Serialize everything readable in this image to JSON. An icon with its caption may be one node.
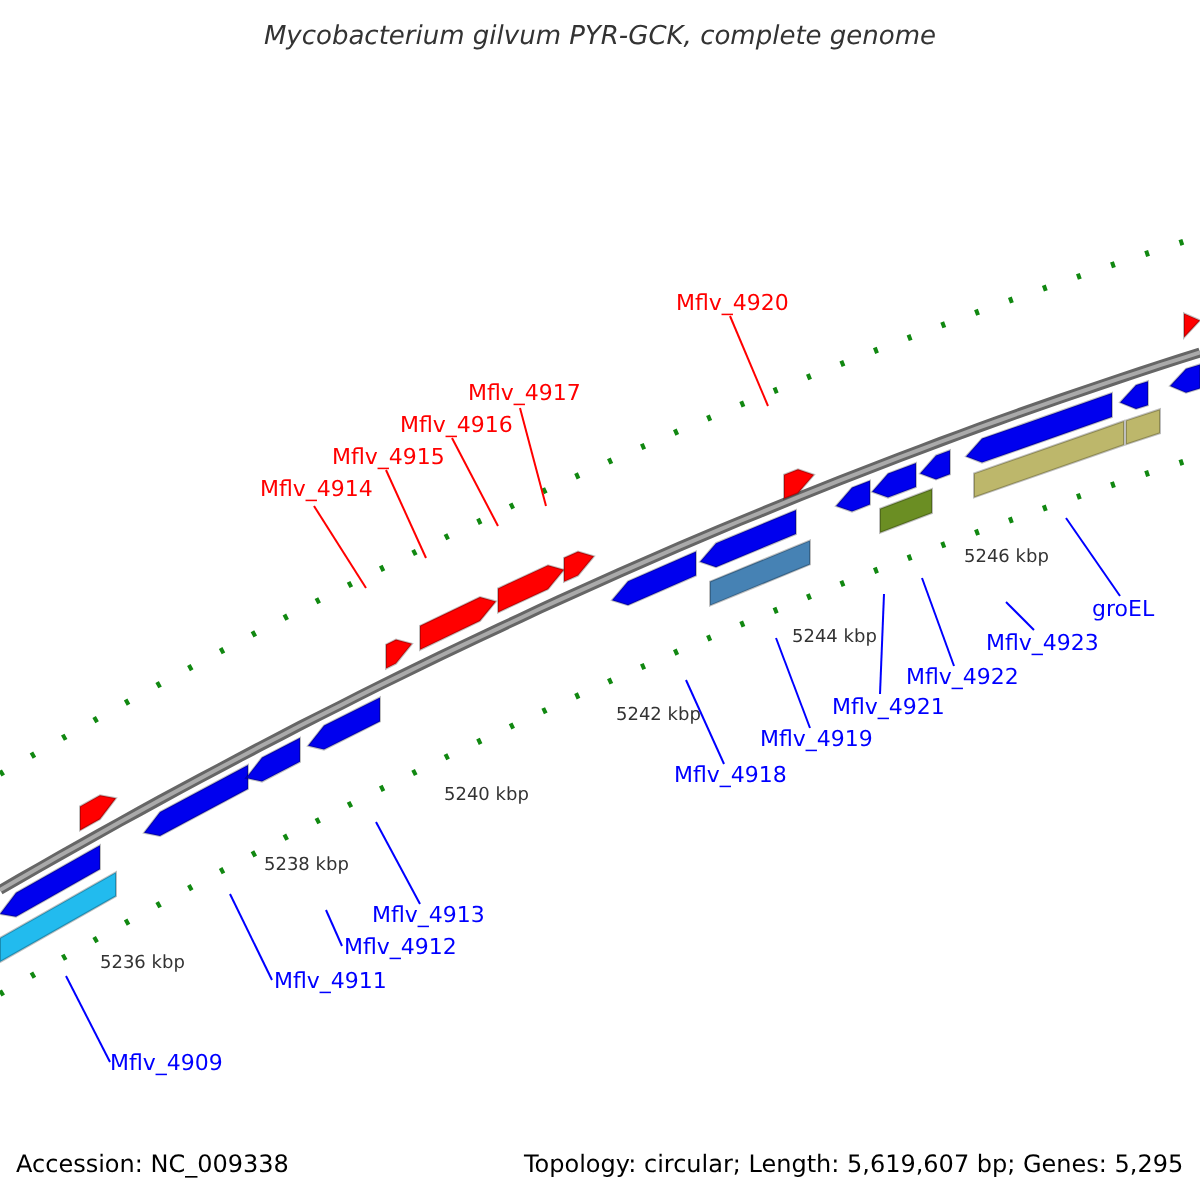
{
  "diagram": {
    "title": "Mycobacterium gilvum PYR-GCK, complete genome",
    "nodes": [
      {
        "text": [
          "Mflv_4920"
        ]
      },
      {
        "text": [
          "Mflv_4917"
        ]
      },
      {
        "text": [
          "Mflv_4916"
        ]
      },
      {
        "text": [
          "Mflv_4915"
        ]
      },
      {
        "text": [
          "Mflv_4914"
        ]
      },
      {
        "text": [
          "groEL"
        ]
      },
      {
        "text": [
          "Mflv_4923"
        ]
      },
      {
        "text": [
          "Mflv_4922"
        ]
      },
      {
        "text": [
          "Mflv_4921"
        ]
      },
      {
        "text": [
          "Mflv_4919"
        ]
      },
      {
        "text": [
          "Mflv_4918"
        ]
      },
      {
        "text": [
          "Mflv_4913"
        ]
      },
      {
        "text": [
          "Mflv_4912"
        ]
      },
      {
        "text": [
          "Mflv_4911"
        ]
      },
      {
        "text": [
          "Mflv_4909"
        ]
      }
    ],
    "edges": [
      {
        "from": 0,
        "to": null,
        "arrow": "none",
        "color": "#ff0000"
      },
      {
        "from": 1,
        "to": null,
        "arrow": "none",
        "color": "#ff0000"
      },
      {
        "from": 2,
        "to": null,
        "arrow": "none",
        "color": "#ff0000"
      },
      {
        "from": 3,
        "to": null,
        "arrow": "none",
        "color": "#ff0000"
      },
      {
        "from": 4,
        "to": null,
        "arrow": "none",
        "color": "#ff0000"
      },
      {
        "from": 5,
        "to": null,
        "arrow": "none"
      },
      {
        "from": 6,
        "to": null,
        "arrow": "none"
      },
      {
        "from": 7,
        "to": null,
        "arrow": "none"
      },
      {
        "from": 8,
        "to": null,
        "arrow": "none"
      },
      {
        "from": 9,
        "to": null,
        "arrow": "none"
      },
      {
        "from": 10,
        "to": null,
        "arrow": "none"
      },
      {
        "from": 11,
        "to": null,
        "arrow": "none"
      },
      {
        "from": 12,
        "to": null,
        "arrow": "none"
      },
      {
        "from": 13,
        "to": null,
        "arrow": "none"
      },
      {
        "from": 14,
        "to": null,
        "arrow": "none"
      }
    ],
    "labels": [
      "5246 kbp",
      "5244 kbp",
      "5242 kbp",
      "5240 kbp",
      "5238 kbp",
      "5236 kbp",
      "Accession: NC_009338",
      "Topology: circular; Length: 5,619,607 bp; Genes: 5,295"
    ]
  }
}
